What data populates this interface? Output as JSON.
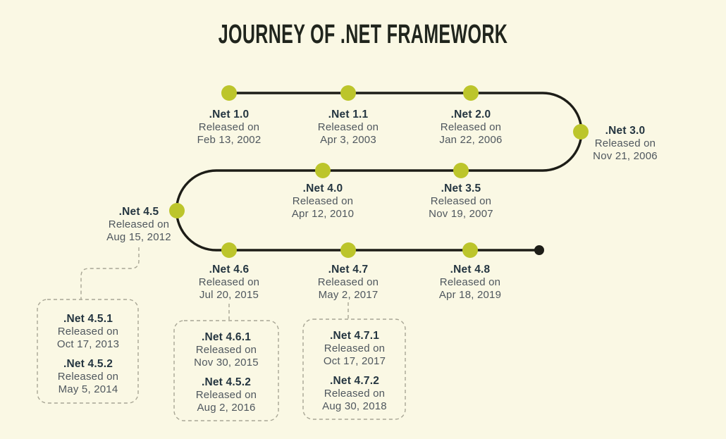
{
  "title": "JOURNEY OF .NET FRAMEWORK",
  "colors": {
    "background": "#FAF8E4",
    "timeline": "#1D1D17",
    "dot": "#BCC52B",
    "end_dot": "#1D1D17",
    "version_text": "#243540",
    "body_text": "#4F575E",
    "dashed_line": "#A8A695"
  },
  "milestones": [
    {
      "version": ".Net 1.0",
      "released_label": "Released on",
      "date": "Feb 13, 2002"
    },
    {
      "version": ".Net 1.1",
      "released_label": "Released on",
      "date": "Apr 3, 2003"
    },
    {
      "version": ".Net 2.0",
      "released_label": "Released on",
      "date": "Jan 22, 2006"
    },
    {
      "version": ".Net 3.0",
      "released_label": "Released on",
      "date": "Nov 21, 2006"
    },
    {
      "version": ".Net 4.0",
      "released_label": "Released on",
      "date": "Apr 12, 2010"
    },
    {
      "version": ".Net 3.5",
      "released_label": "Released on",
      "date": "Nov 19, 2007"
    },
    {
      "version": ".Net 4.5",
      "released_label": "Released on",
      "date": "Aug 15, 2012"
    },
    {
      "version": ".Net 4.6",
      "released_label": "Released on",
      "date": "Jul 20, 2015"
    },
    {
      "version": ".Net 4.7",
      "released_label": "Released on",
      "date": "May 2, 2017"
    },
    {
      "version": ".Net 4.8",
      "released_label": "Released on",
      "date": "Apr 18, 2019"
    }
  ],
  "sub_boxes": [
    {
      "entries": [
        {
          "version": ".Net 4.5.1",
          "released_label": "Released on",
          "date": "Oct 17, 2013"
        },
        {
          "version": ".Net 4.5.2",
          "released_label": "Released on",
          "date": "May 5, 2014"
        }
      ]
    },
    {
      "entries": [
        {
          "version": ".Net 4.6.1",
          "released_label": "Released on",
          "date": "Nov 30, 2015"
        },
        {
          "version": ".Net 4.5.2",
          "released_label": "Released on",
          "date": "Aug 2, 2016"
        }
      ]
    },
    {
      "entries": [
        {
          "version": ".Net 4.7.1",
          "released_label": "Released on",
          "date": "Oct 17, 2017"
        },
        {
          "version": ".Net 4.7.2",
          "released_label": "Released on",
          "date": "Aug 30, 2018"
        }
      ]
    }
  ]
}
